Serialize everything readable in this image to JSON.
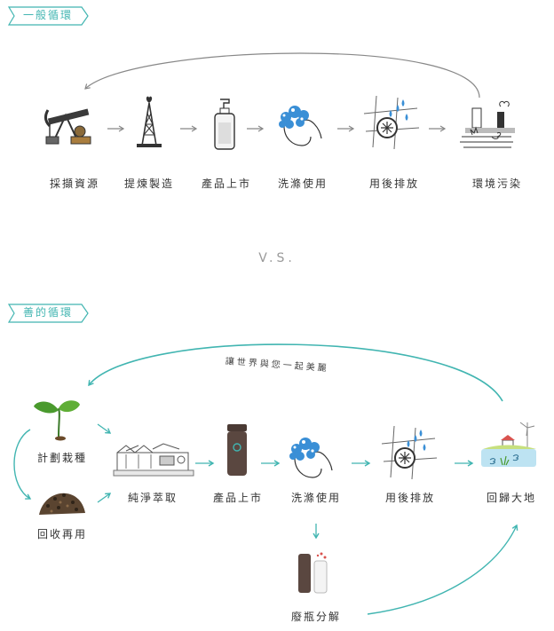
{
  "sections": {
    "general": {
      "tag": "一般循環",
      "steps": [
        "採擷資源",
        "提煉製造",
        "產品上市",
        "洗滌使用",
        "用後排放",
        "環境污染"
      ]
    },
    "vs_label": "V.S.",
    "good": {
      "tag": "善的循環",
      "loop_text": "讓世界與您一起美麗",
      "steps": {
        "plant": "計劃栽種",
        "recycle": "回收再用",
        "extract": "純淨萃取",
        "market": "產品上市",
        "use": "洗滌使用",
        "discharge": "用後排放",
        "return": "回歸大地",
        "bottle": "廢瓶分解"
      }
    }
  },
  "colors": {
    "accent": "#41b5b1",
    "bubble": "#3a8fd6",
    "text": "#333333"
  }
}
